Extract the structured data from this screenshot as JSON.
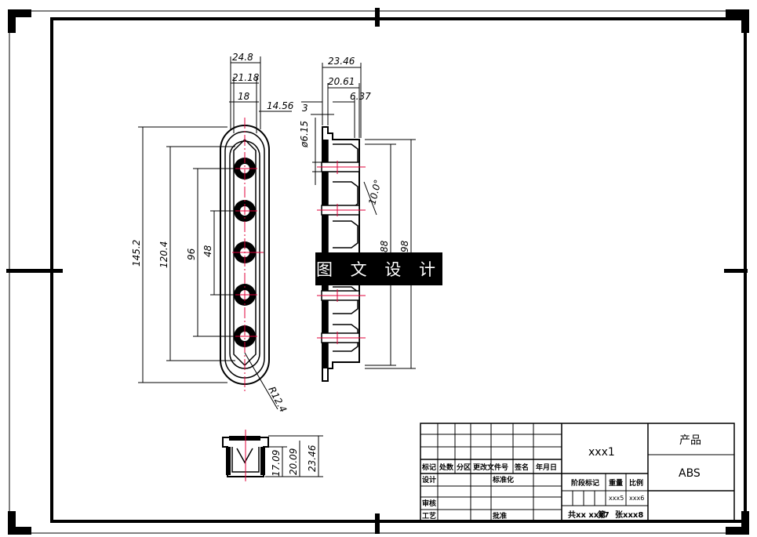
{
  "banner": {
    "text": "图 文 设 计"
  },
  "front_view": {
    "widths": [
      "24.8",
      "21.18",
      "18",
      "14.56"
    ],
    "heights": [
      "145.2",
      "120.4",
      "96",
      "48"
    ],
    "radius": "R12.4"
  },
  "side_view": {
    "widths": [
      "23.46",
      "20.61",
      "6.37",
      "3"
    ],
    "diameter": "ø6.15",
    "angle": "10.0°",
    "heights": [
      "88",
      "98"
    ]
  },
  "top_view": {
    "heights": [
      "17.09",
      "20.09",
      "23.46"
    ]
  },
  "title_block": {
    "drawing_name": "xxx1",
    "product_label": "产品",
    "material": "ABS",
    "headers": [
      "标记",
      "处数",
      "分区",
      "更改文件号",
      "签名",
      "年月日"
    ],
    "design": "设计",
    "standardize": "标准化",
    "review": "审核",
    "process": "工艺",
    "approve": "批准",
    "stage_mark": "阶段标记",
    "weight": "重量",
    "scale": "比例",
    "weight_value": "xxx5",
    "scale_value": "xxx6",
    "total_sheets": "共xx xxx7",
    "sheet_no_prefix": "第",
    "sheet_no": "张xxx8"
  }
}
